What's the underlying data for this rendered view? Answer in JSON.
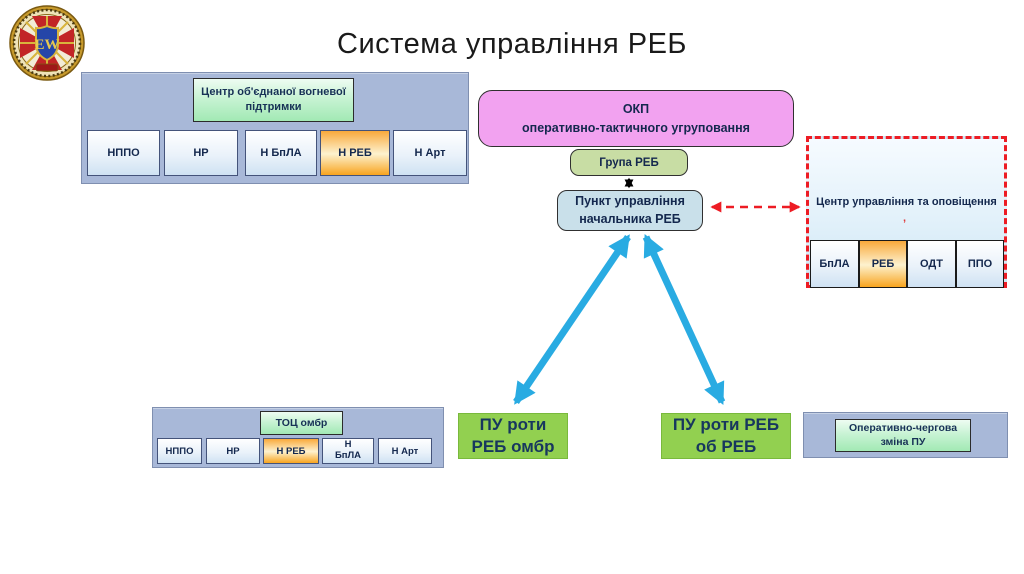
{
  "title": "Система управління РЕБ",
  "emblem": {
    "monogram": "EW"
  },
  "joint_fire_center": {
    "header": "Центр об'єднаної вогневої підтримки",
    "officers": [
      {
        "label": "НППО"
      },
      {
        "label": "НР"
      },
      {
        "label": "Н БпЛА"
      },
      {
        "label": "Н РЕБ",
        "highlight": true
      },
      {
        "label": "Н Арт"
      }
    ]
  },
  "okp": {
    "line1": "ОКП",
    "line2": "оперативно-тактичного угруповання"
  },
  "reb_group": {
    "label": "Група РЕБ"
  },
  "reb_control_point": {
    "line1": "Пункт управління",
    "line2": "начальника РЕБ"
  },
  "control_notify_center": {
    "header": "Центр управління та оповіщення",
    "stray_mark": "’",
    "sections": [
      {
        "label": "БпЛА"
      },
      {
        "label": "РЕБ",
        "highlight": true
      },
      {
        "label": "ОДТ"
      },
      {
        "label": "ППО"
      }
    ]
  },
  "toc_ombr": {
    "header": "ТОЦ омбр",
    "officers": [
      {
        "label": "НППО"
      },
      {
        "label": "НР"
      },
      {
        "label": "Н РЕБ",
        "highlight": true
      },
      {
        "label": "Н БпЛА"
      },
      {
        "label": "Н Арт"
      }
    ]
  },
  "pu_company_ombr": {
    "line1": "ПУ роти",
    "line2": "РЕБ омбр"
  },
  "pu_company_obreb": {
    "line1": "ПУ роти РЕБ",
    "line2": "об РЕБ"
  },
  "duty_shift": {
    "line1": "Оперативно-чергова",
    "line2": "зміна ПУ"
  },
  "colors": {
    "container_blue": "#A8B8D8",
    "highlight_orange": "#F8A41F",
    "okp_pink": "#F2A2F0",
    "arrow_cyan": "#29ABE2",
    "dashed_red": "#ED1C24",
    "pu_green": "#92D050"
  }
}
